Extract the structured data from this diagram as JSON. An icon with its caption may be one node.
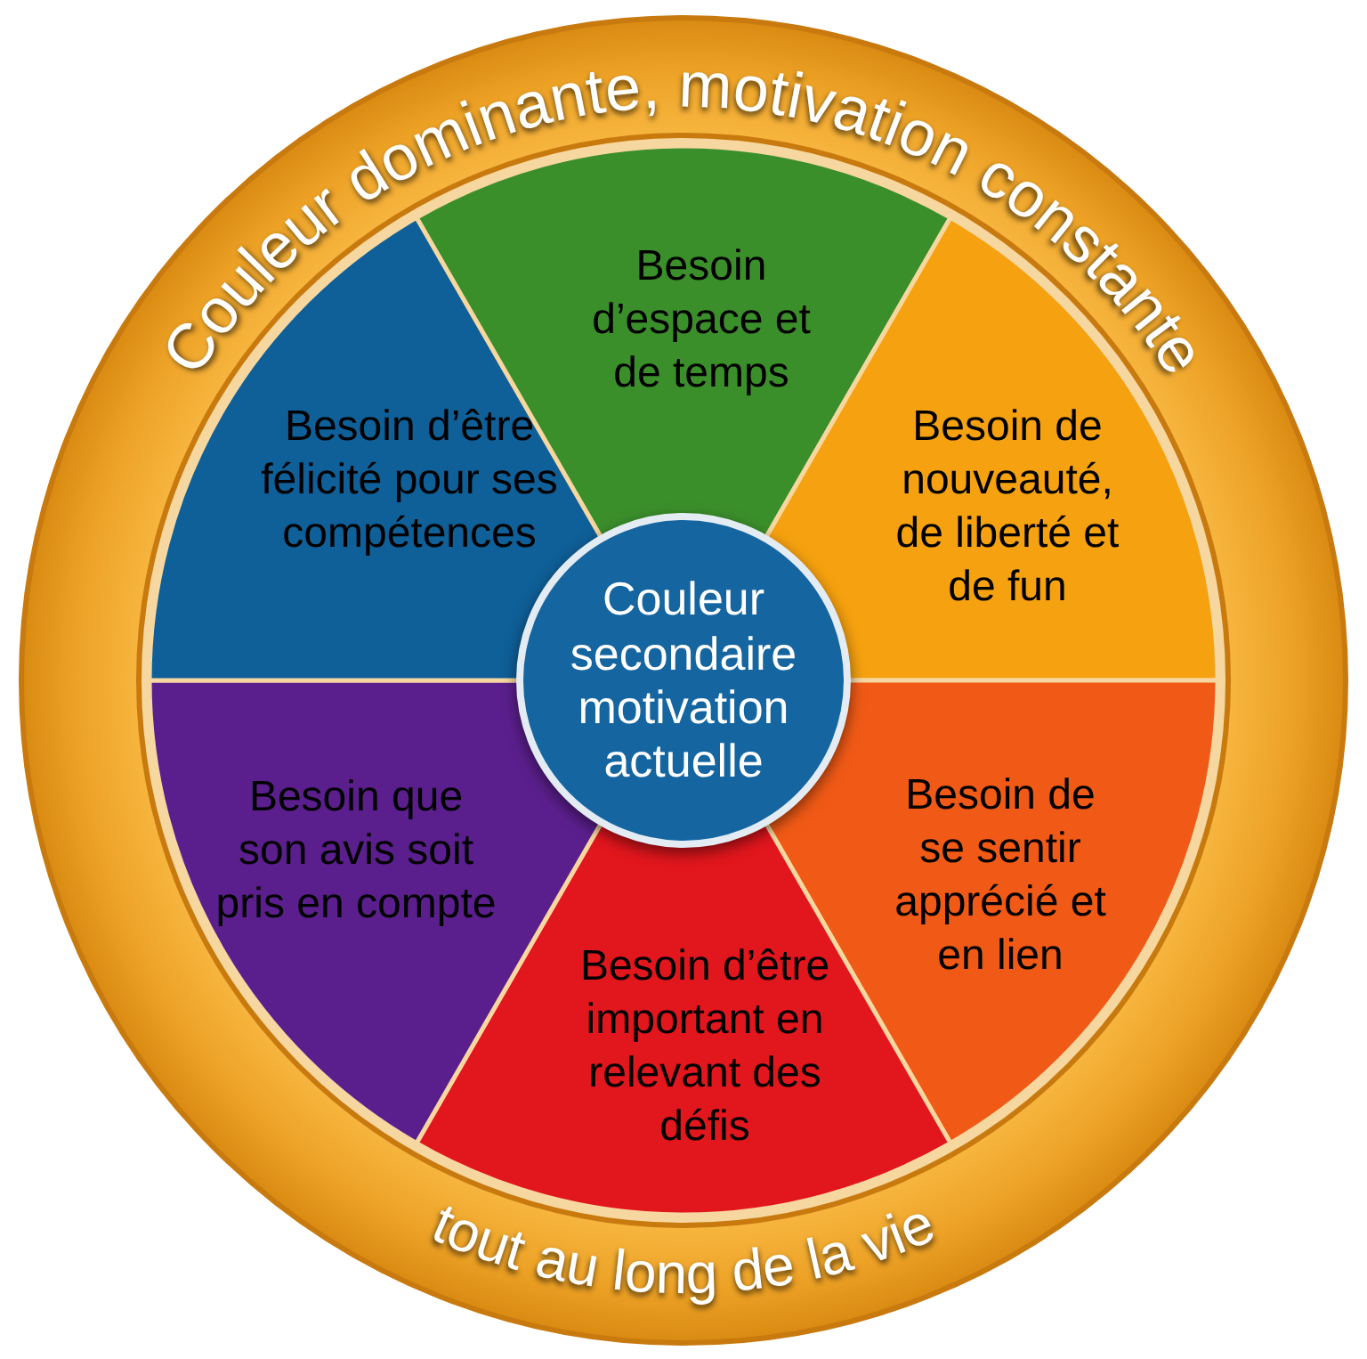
{
  "diagram": {
    "nodes": [
      {
        "text": [
          "Couleur dominante, motivation constante",
          "tout au long de la vie"
        ]
      },
      {
        "text": [
          "Besoin d’espace et de temps"
        ],
        "in": 0
      },
      {
        "text": [
          "Besoin de nouveauté, de liberté et de fun"
        ],
        "in": 0
      },
      {
        "text": [
          "Besoin de se sentir apprécié et en lien"
        ],
        "in": 0
      },
      {
        "text": [
          "Besoin d’être important en relevant des défis"
        ],
        "in": 0
      },
      {
        "text": [
          "Besoin que son avis soit pris en compte"
        ],
        "in": 0
      },
      {
        "text": [
          "Besoin d’être félicité pour ses compétences"
        ],
        "in": 0
      },
      {
        "text": [
          "Couleur secondaire motivation actuelle"
        ],
        "in": 0
      }
    ]
  }
}
